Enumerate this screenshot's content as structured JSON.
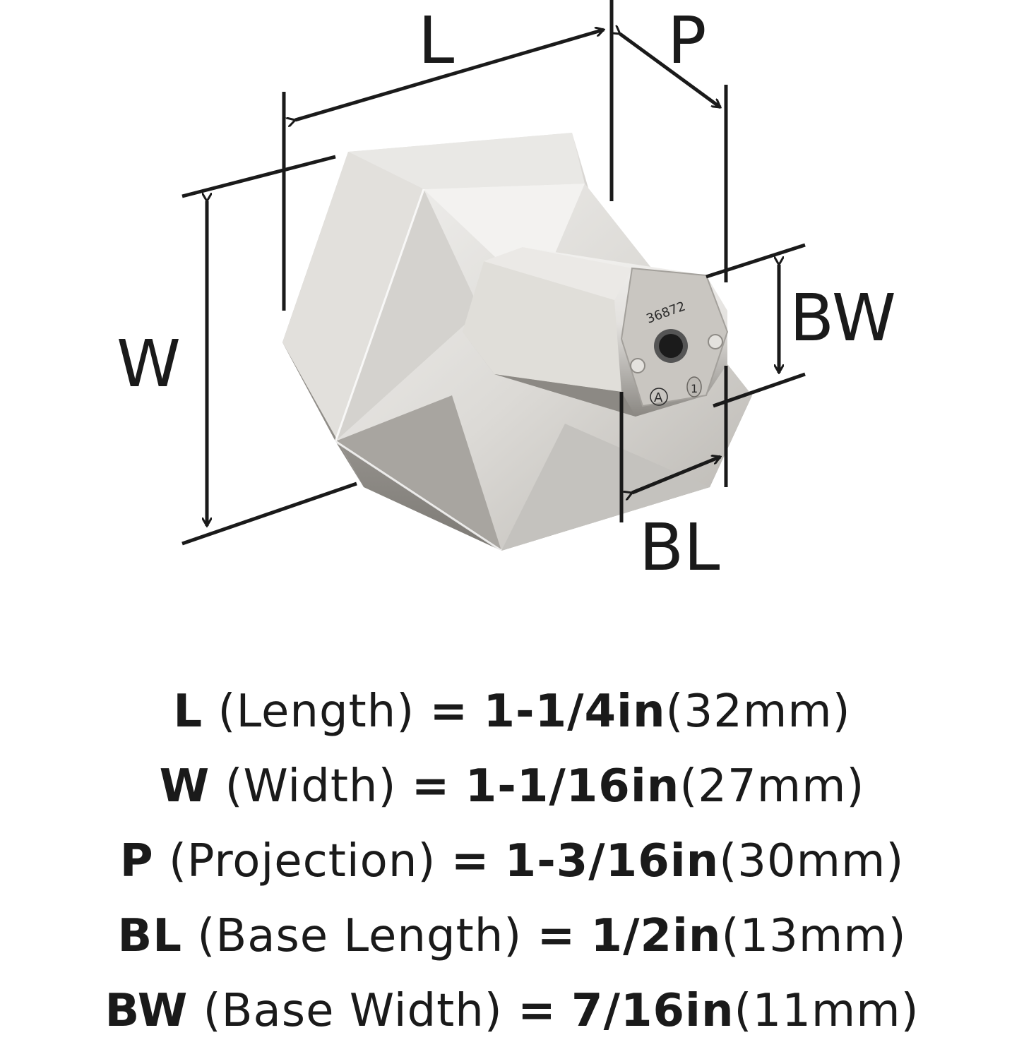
{
  "diagram": {
    "labels": {
      "L": "L",
      "P": "P",
      "W": "W",
      "BW": "BW",
      "BL": "BL"
    },
    "part_number": "36872",
    "stamp_letter": "A",
    "stamp_number": "1",
    "finish_colors": {
      "light": "#ecebe9",
      "mid": "#c9c7c3",
      "dark": "#8e8b86",
      "line": "#1a1a1a"
    }
  },
  "specs": [
    {
      "abbr": "L",
      "name": "(Length)",
      "eq": "=",
      "imperial": "1-1/4in",
      "metric": "(32mm)"
    },
    {
      "abbr": "W",
      "name": "(Width)",
      "eq": "=",
      "imperial": "1-1/16in",
      "metric": "(27mm)"
    },
    {
      "abbr": "P",
      "name": "(Projection)",
      "eq": "=",
      "imperial": "1-3/16in",
      "metric": "(30mm)"
    },
    {
      "abbr": "BL",
      "name": "(Base Length)",
      "eq": "=",
      "imperial": "1/2in",
      "metric": "(13mm)"
    },
    {
      "abbr": "BW",
      "name": "(Base Width)",
      "eq": "=",
      "imperial": "7/16in",
      "metric": "(11mm)"
    }
  ]
}
